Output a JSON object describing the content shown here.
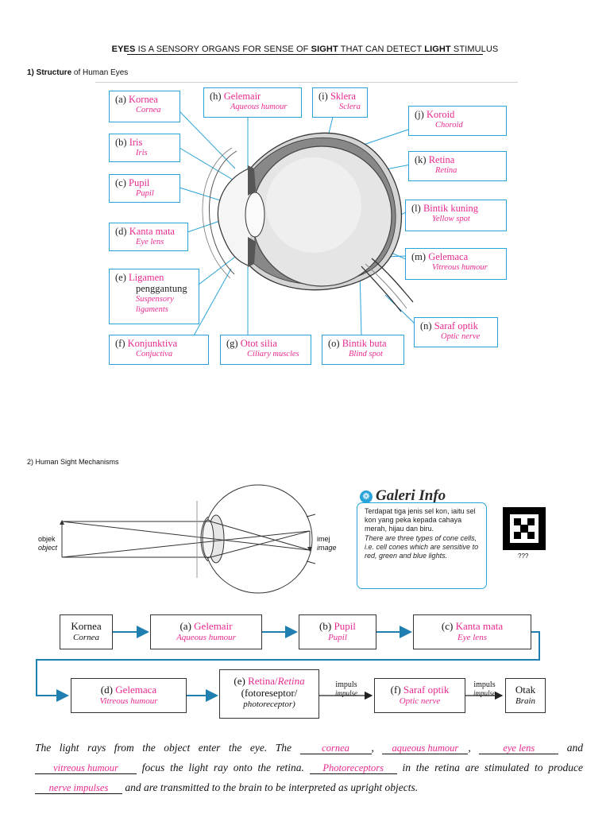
{
  "title": {
    "w1": "EYES",
    "w2": " IS A SENSORY ORGANS FOR SENSE OF ",
    "w3": "SIGHT",
    "w4": " THAT CAN DETECT ",
    "w5": "LIGHT",
    "w6": " STIMULUS"
  },
  "section1": {
    "num": "1) ",
    "bold": "Structure",
    "rest": " of Human Eyes"
  },
  "labels": {
    "a": {
      "letter": "(a)",
      "name": "Kornea",
      "en": "Cornea"
    },
    "b": {
      "letter": "(b)",
      "name": "Iris",
      "en": "Iris"
    },
    "c": {
      "letter": "(c)",
      "name": "Pupil",
      "en": "Pupil"
    },
    "d": {
      "letter": "(d)",
      "name": "Kanta mata",
      "en": "Eye lens"
    },
    "e": {
      "letter": "(e)",
      "name1": "Ligamen",
      "name2": "penggantung",
      "en1": "Suspensory",
      "en2": "ligaments"
    },
    "f": {
      "letter": "(f)",
      "name": "Konjunktiva",
      "en": "Conjuctiva"
    },
    "g": {
      "letter": "(g)",
      "name": "Otot silia",
      "en": "Ciliary muscles"
    },
    "h": {
      "letter": "(h)",
      "name": "Gelemair",
      "en": "Aqueous humour"
    },
    "i": {
      "letter": "(i)",
      "name": "Sklera",
      "en": "Sclera"
    },
    "j": {
      "letter": "(j)",
      "name": "Koroid",
      "en": "Choroid"
    },
    "k": {
      "letter": "(k)",
      "name": "Retina",
      "en": "Retina"
    },
    "l": {
      "letter": "(l)",
      "name": "Bintik kuning",
      "en": "Yellow spot"
    },
    "m": {
      "letter": "(m)",
      "name": "Gelemaca",
      "en": "Vitreous humour"
    },
    "n": {
      "letter": "(n)",
      "name": "Saraf optik",
      "en": "Optic nerve"
    },
    "o": {
      "letter": "(o)",
      "name": "Bintik buta",
      "en": "Blind spot"
    }
  },
  "section2": {
    "text": "2) Human Sight Mechanisms"
  },
  "diagram2": {
    "obj1": "objek",
    "obj2": "object",
    "img1": "imej",
    "img2": "image"
  },
  "info": {
    "title": "Galeri Info",
    "ms": "Terdapat tiga jenis sel kon, iaitu sel kon yang peka kepada cahaya merah, hijau dan biru.",
    "en": "There are three types of cone cells, i.e. cell cones which are sensitive to red, green and blue lights."
  },
  "qr": {
    "caption": "???"
  },
  "flow": {
    "kornea": {
      "name": "Kornea",
      "en": "Cornea"
    },
    "a": {
      "letter": "(a)",
      "name": "Gelemair",
      "en": "Aqueous humour"
    },
    "b": {
      "letter": "(b)",
      "name": "Pupil",
      "en": "Pupil"
    },
    "c": {
      "letter": "(c)",
      "name": "Kanta mata",
      "en": "Eye lens"
    },
    "d": {
      "letter": "(d)",
      "name": "Gelemaca",
      "en": "Vitreous humour"
    },
    "e": {
      "letter": "(e)",
      "name": "Retina/",
      "name_en": "Retina",
      "l2": "(fotoreseptor/",
      "l3": "photoreceptor)"
    },
    "f": {
      "letter": "(f)",
      "name": "Saraf optik",
      "en": "Optic nerve"
    },
    "otak": {
      "name": "Otak",
      "en": "Brain"
    },
    "impuls": "impuls",
    "impulse": "impulse"
  },
  "paragraph": {
    "t1": "The light rays from the object enter the eye. The ",
    "b1": "cornea",
    "t2": ", ",
    "b2": "aqueous humour",
    "t3": ", ",
    "b3": "eye lens",
    "t4": " and ",
    "b4": "vitreous humour",
    "t5": " focus the light ray onto the retina. ",
    "b5": "Photoreceptors",
    "t6": " in the retina are stimulated to produce ",
    "b6": "nerve impulses",
    "t7": " and are transmitted to the brain to be interpreted as upright objects."
  },
  "colors": {
    "accent": "#2aa3d8",
    "answer": "#e8298f",
    "flow_arrow": "#1f7fb0"
  }
}
